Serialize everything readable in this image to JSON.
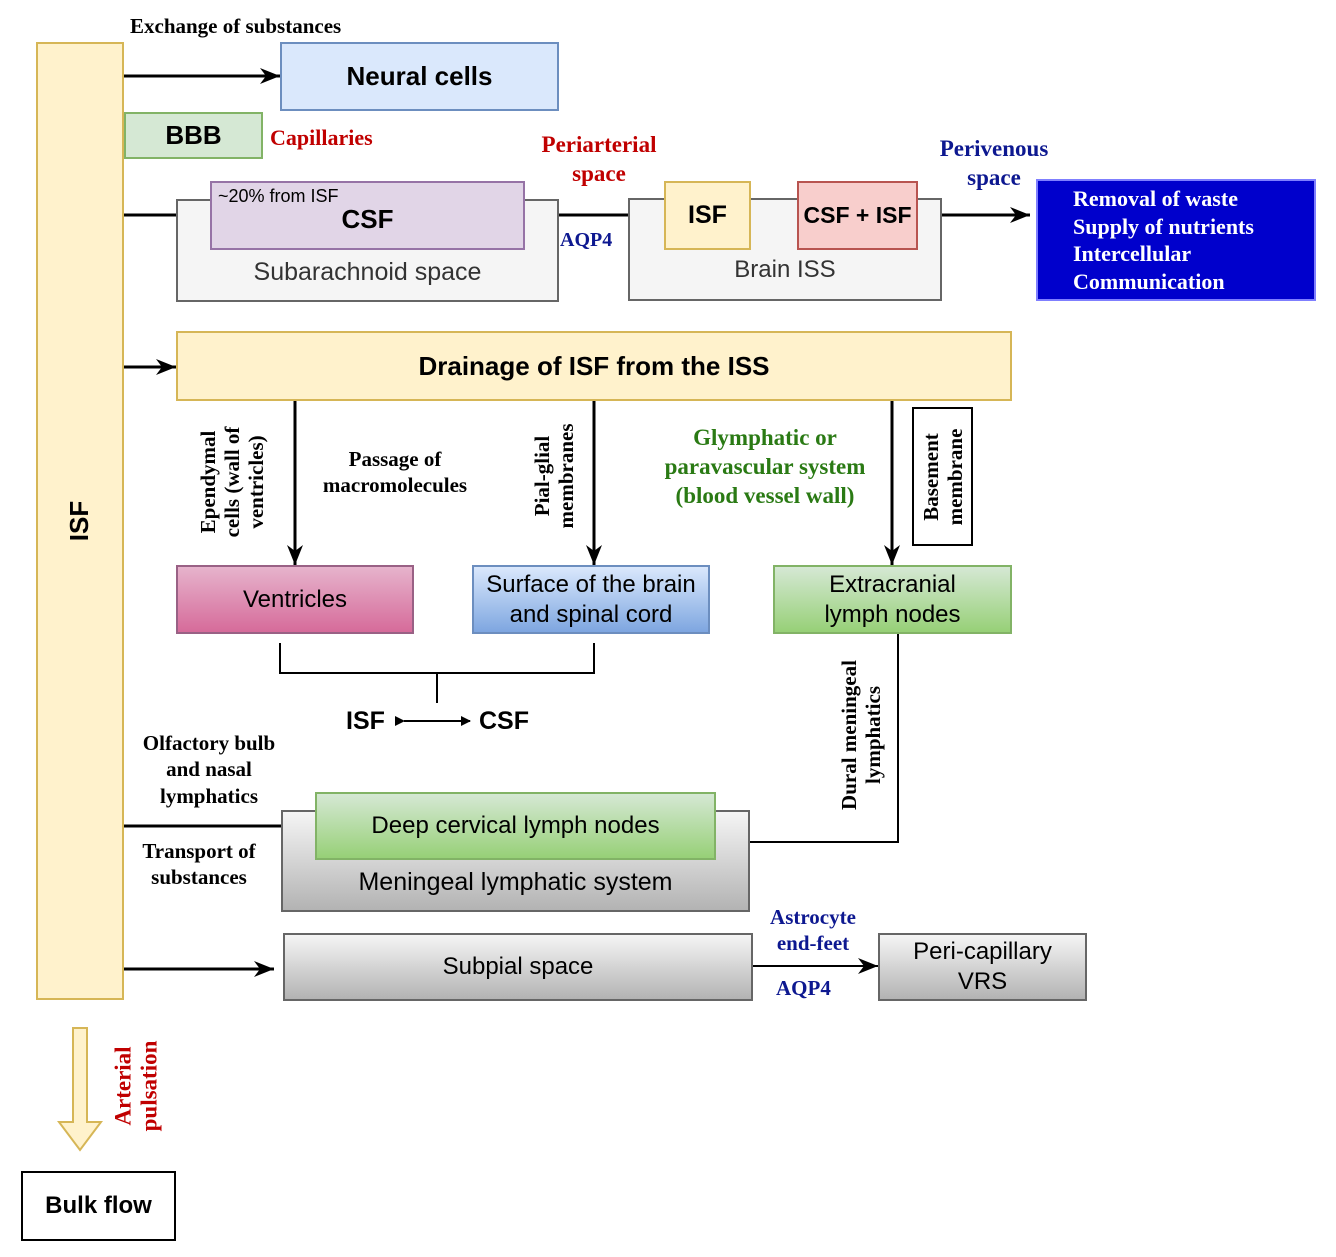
{
  "colors": {
    "isf_fill": "#fff2cc",
    "isf_border": "#d6b656",
    "neural_fill": "#dae8fc",
    "neural_border": "#6c8ebf",
    "bbb_fill": "#d5e8d4",
    "bbb_border": "#82b366",
    "csf_fill": "#e1d5e7",
    "csf_border": "#9673a6",
    "grey_fill": "#f5f5f5",
    "grey_border": "#666666",
    "csfisf_fill": "#f8cecc",
    "csfisf_border": "#b85450",
    "output_fill": "#0000cc",
    "label_red": "#c00000",
    "label_blue": "#0d1890",
    "label_green": "#2a7a14"
  },
  "isf_column": {
    "label": "ISF"
  },
  "exchange_label": "Exchange of substances",
  "neural_cells": "Neural cells",
  "bbb": "BBB",
  "capillaries_label": "Capillaries",
  "csf_box": {
    "note": "~20% from ISF",
    "label": "CSF"
  },
  "subarachnoid_space": "Subarachnoid space",
  "periarterial_label": "Periarterial\nspace",
  "aqp4_top": "AQP4",
  "brain_iss": {
    "isf": "ISF",
    "csf_isf": "CSF + ISF",
    "label": "Brain ISS"
  },
  "perivenous_label": "Perivenous\nspace",
  "functions": [
    "Removal of waste",
    "Supply of nutrients",
    "Intercellular",
    "Communication"
  ],
  "drainage": "Drainage of ISF from the ISS",
  "ependymal_label": "Ependymal\ncells (wall of\nventricles)",
  "macromolecules_label": "Passage of\nmacromolecules",
  "pial_glial_label": "Pial-glial\nmembranes",
  "glymphatic_label": "Glymphatic or\nparavascular system\n(blood vessel wall)",
  "basement_label": "Basement\nmembrane",
  "ventricles": "Ventricles",
  "surface": "Surface of the brain\nand spinal cord",
  "extracranial": "Extracranial\nlymph nodes",
  "exchange_isf": "ISF",
  "exchange_csf": "CSF",
  "dural_label": "Dural meningeal\nlymphatics",
  "olfactory_label": "Olfactory bulb\nand nasal\nlymphatics",
  "transport_label": "Transport of\nsubstances",
  "deep_cervical": "Deep cervical lymph nodes",
  "meningeal_system": "Meningeal lymphatic system",
  "subpial": "Subpial space",
  "astrocyte_label": "Astrocyte\nend-feet",
  "aqp4_bottom": "AQP4",
  "pericapillary": "Peri-capillary\nVRS",
  "arterial_label": "Arterial\npulsation",
  "bulk_flow": "Bulk flow"
}
